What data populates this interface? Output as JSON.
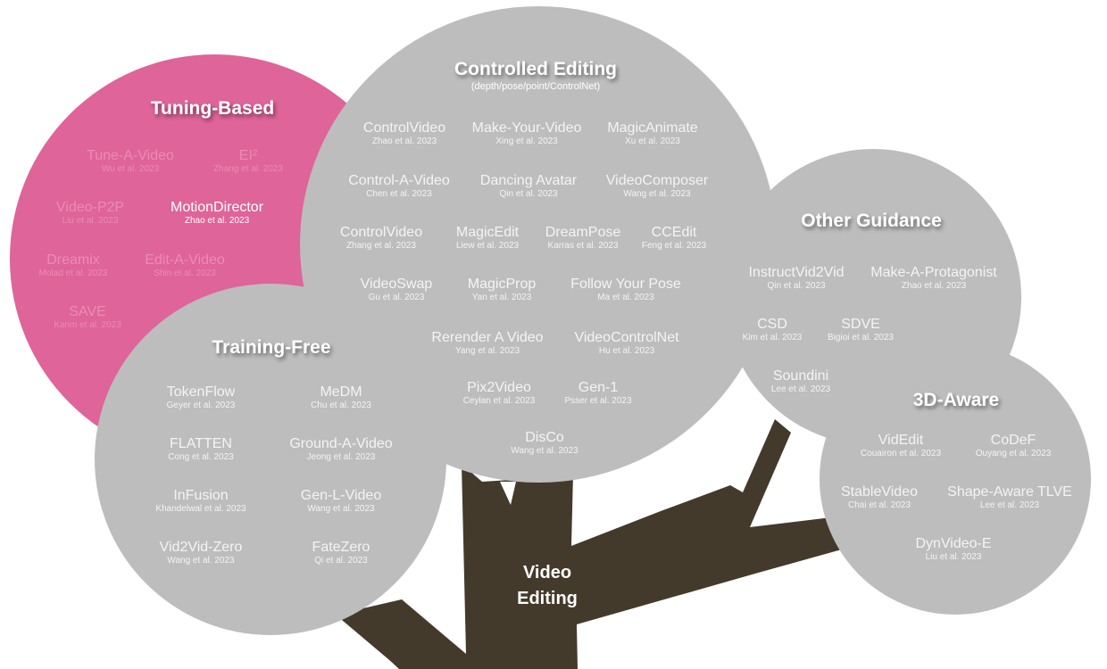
{
  "root": {
    "line1": "Video",
    "line2": "Editing"
  },
  "colors": {
    "trunk": "#433a2b",
    "pink": "#de6499",
    "gray": "#bdbdbd"
  },
  "categories": {
    "tuning": {
      "title": "Tuning-Based",
      "items": [
        {
          "name": "Tune-A-Video",
          "cite": "Wu et al. 2023",
          "style": "faded"
        },
        {
          "name": "EI²",
          "cite": "Zhang et al. 2023",
          "style": "faded"
        },
        {
          "name": "Video-P2P",
          "cite": "Liu et al. 2023",
          "style": "faded"
        },
        {
          "name": "MotionDirector",
          "cite": "Zhao et al. 2023",
          "style": "bright"
        },
        {
          "name": "Dreamix",
          "cite": "Molad et al. 2023",
          "style": "faded"
        },
        {
          "name": "Edit-A-Video",
          "cite": "Shin et al. 2023",
          "style": "faded"
        },
        {
          "name": "SAVE",
          "cite": "Karim et al. 2023",
          "style": "faded"
        }
      ]
    },
    "controlled": {
      "title": "Controlled Editing",
      "subtitle": "(depth/pose/point/ControlNet)",
      "items": [
        {
          "name": "ControlVideo",
          "cite": "Zhao et al. 2023"
        },
        {
          "name": "Make-Your-Video",
          "cite": "Xing et al. 2023"
        },
        {
          "name": "MagicAnimate",
          "cite": "Xu et al. 2023"
        },
        {
          "name": "Control-A-Video",
          "cite": "Chen et al. 2023"
        },
        {
          "name": "Dancing Avatar",
          "cite": "Qin et al. 2023"
        },
        {
          "name": "VideoComposer",
          "cite": "Wang et al. 2023"
        },
        {
          "name": "ControlVideo",
          "cite": "Zhang et al. 2023"
        },
        {
          "name": "MagicEdit",
          "cite": "Liew et al. 2023"
        },
        {
          "name": "DreamPose",
          "cite": "Karras et al. 2023"
        },
        {
          "name": "CCEdit",
          "cite": "Feng et al. 2023"
        },
        {
          "name": "VideoSwap",
          "cite": "Gu et al. 2023"
        },
        {
          "name": "MagicProp",
          "cite": "Yan et al. 2023"
        },
        {
          "name": "Follow Your Pose",
          "cite": "Ma et al. 2023"
        },
        {
          "name": "Rerender A Video",
          "cite": "Yang et al. 2023"
        },
        {
          "name": "VideoControlNet",
          "cite": "Hu et al. 2023"
        },
        {
          "name": "Pix2Video",
          "cite": "Ceylan et al. 2023"
        },
        {
          "name": "Gen-1",
          "cite": "Psser et al. 2023"
        },
        {
          "name": "DisCo",
          "cite": "Wang et al. 2023"
        }
      ]
    },
    "training_free": {
      "title": "Training-Free",
      "items": [
        {
          "name": "TokenFlow",
          "cite": "Geyer et al. 2023"
        },
        {
          "name": "MeDM",
          "cite": "Chu et al. 2023"
        },
        {
          "name": "FLATTEN",
          "cite": "Cong et al. 2023"
        },
        {
          "name": "Ground-A-Video",
          "cite": "Jeong et al. 2023"
        },
        {
          "name": "InFusion",
          "cite": "Khandelwal et al. 2023"
        },
        {
          "name": "Gen-L-Video",
          "cite": "Wang et al. 2023"
        },
        {
          "name": "Vid2Vid-Zero",
          "cite": "Wang et al. 2023"
        },
        {
          "name": "FateZero",
          "cite": "Qi et al. 2023"
        }
      ]
    },
    "other": {
      "title": "Other Guidance",
      "items": [
        {
          "name": "InstructVid2Vid",
          "cite": "Qin et al. 2023"
        },
        {
          "name": "Make-A-Protagonist",
          "cite": "Zhao et al. 2023"
        },
        {
          "name": "CSD",
          "cite": "Kim et al. 2023"
        },
        {
          "name": "SDVE",
          "cite": "Bigioi et al. 2023"
        },
        {
          "name": "Soundini",
          "cite": "Lee et al. 2023"
        }
      ]
    },
    "aware3d": {
      "title": "3D-Aware",
      "items": [
        {
          "name": "VidEdit",
          "cite": "Couairon et al. 2023"
        },
        {
          "name": "CoDeF",
          "cite": "Ouyang et al. 2023"
        },
        {
          "name": "StableVideo",
          "cite": "Chai et al. 2023"
        },
        {
          "name": "Shape-Aware TLVE",
          "cite": "Lee et al. 2023"
        },
        {
          "name": "DynVideo-E",
          "cite": "Liu et al. 2023"
        }
      ]
    }
  }
}
